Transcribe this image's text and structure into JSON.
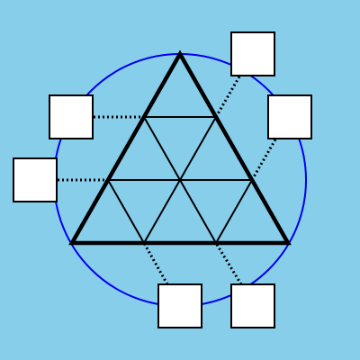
{
  "colors": {
    "background": "#87CEEB",
    "circle_stroke": "#0000EE",
    "triangle_stroke": "#000000",
    "box_fill": "#FFFFFF",
    "box_stroke": "#000000",
    "connector_stroke": "#000000"
  },
  "diagram": {
    "description_shapes": [
      "circle",
      "equilateral-triangle",
      "triangular-grid",
      "square-boxes",
      "dotted-connectors"
    ],
    "grid_divisions": 3,
    "box_count": 6
  }
}
